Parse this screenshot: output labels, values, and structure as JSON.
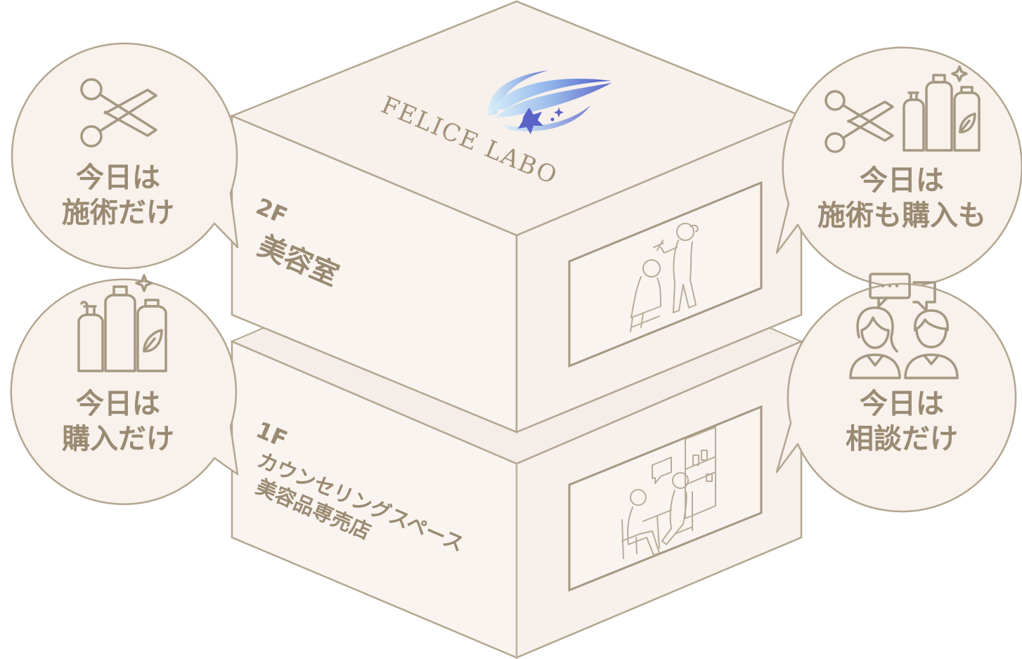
{
  "logo": {
    "text": "FELICE LABO"
  },
  "floors": {
    "second": {
      "number": "2F",
      "name": "美容室"
    },
    "first": {
      "number": "1F",
      "line1": "カウンセリングスペース",
      "line2": "美容品専売店"
    }
  },
  "bubbles": {
    "top_left": {
      "line1": "今日は",
      "line2": "施術だけ",
      "icon": "scissors-icon"
    },
    "bottom_left": {
      "line1": "今日は",
      "line2": "購入だけ",
      "icon": "bottles-icon"
    },
    "top_right": {
      "line1": "今日は",
      "line2": "施術も購入も",
      "icon": "scissors-and-bottles-icon"
    },
    "bottom_right": {
      "line1": "今日は",
      "line2": "相談だけ",
      "icon": "consultation-icon"
    }
  },
  "colors": {
    "box_fill": "#f8f1ec",
    "box_stroke": "#b3a690",
    "text": "#9a8a72",
    "logo_gradient_start": "#c9e6f7",
    "logo_gradient_end": "#5063c9"
  }
}
